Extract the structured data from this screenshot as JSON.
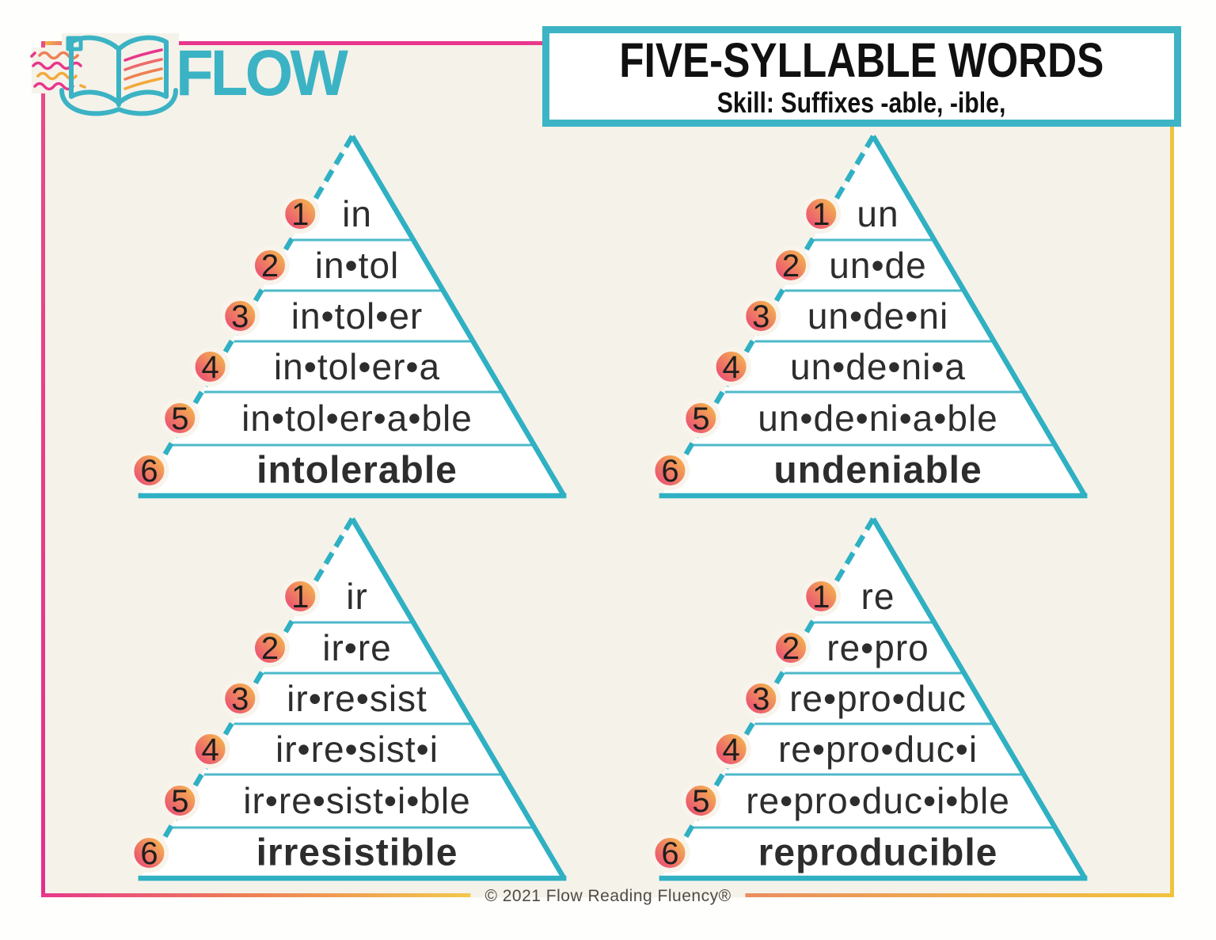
{
  "logo": {
    "brand": "FLOW"
  },
  "header": {
    "title": "FIVE-SYLLABLE WORDS",
    "subtitle": "Skill: Suffixes -able, -ible,"
  },
  "footer": {
    "copyright": "© 2021 Flow Reading Fluency®"
  },
  "colors": {
    "teal": "#2FB0C3",
    "teal_light": "#4DB9C9",
    "cream": "#F5F2EA",
    "pink": "#E7378C",
    "orange": "#EE8054",
    "yellow": "#F1C33C",
    "circle_gradient": [
      "#E93A7C",
      "#EF7E62",
      "#F6C747"
    ],
    "text_dark": "#2D2D2D"
  },
  "pyramids": [
    {
      "word": "intolerable",
      "rows": [
        {
          "step": "1",
          "text": "in"
        },
        {
          "step": "2",
          "text": "in•tol"
        },
        {
          "step": "3",
          "text": "in•tol•er"
        },
        {
          "step": "4",
          "text": "in•tol•er•a"
        },
        {
          "step": "5",
          "text": "in•tol•er•a•ble"
        },
        {
          "step": "6",
          "text": "intolerable"
        }
      ]
    },
    {
      "word": "undeniable",
      "rows": [
        {
          "step": "1",
          "text": "un"
        },
        {
          "step": "2",
          "text": "un•de"
        },
        {
          "step": "3",
          "text": "un•de•ni"
        },
        {
          "step": "4",
          "text": "un•de•ni•a"
        },
        {
          "step": "5",
          "text": "un•de•ni•a•ble"
        },
        {
          "step": "6",
          "text": "undeniable"
        }
      ]
    },
    {
      "word": "irresistible",
      "rows": [
        {
          "step": "1",
          "text": "ir"
        },
        {
          "step": "2",
          "text": "ir•re"
        },
        {
          "step": "3",
          "text": "ir•re•sist"
        },
        {
          "step": "4",
          "text": "ir•re•sist•i"
        },
        {
          "step": "5",
          "text": "ir•re•sist•i•ble"
        },
        {
          "step": "6",
          "text": "irresistible"
        }
      ]
    },
    {
      "word": "reproducible",
      "rows": [
        {
          "step": "1",
          "text": "re"
        },
        {
          "step": "2",
          "text": "re•pro"
        },
        {
          "step": "3",
          "text": "re•pro•duc"
        },
        {
          "step": "4",
          "text": "re•pro•duc•i"
        },
        {
          "step": "5",
          "text": "re•pro•duc•i•ble"
        },
        {
          "step": "6",
          "text": "reproducible"
        }
      ]
    }
  ]
}
